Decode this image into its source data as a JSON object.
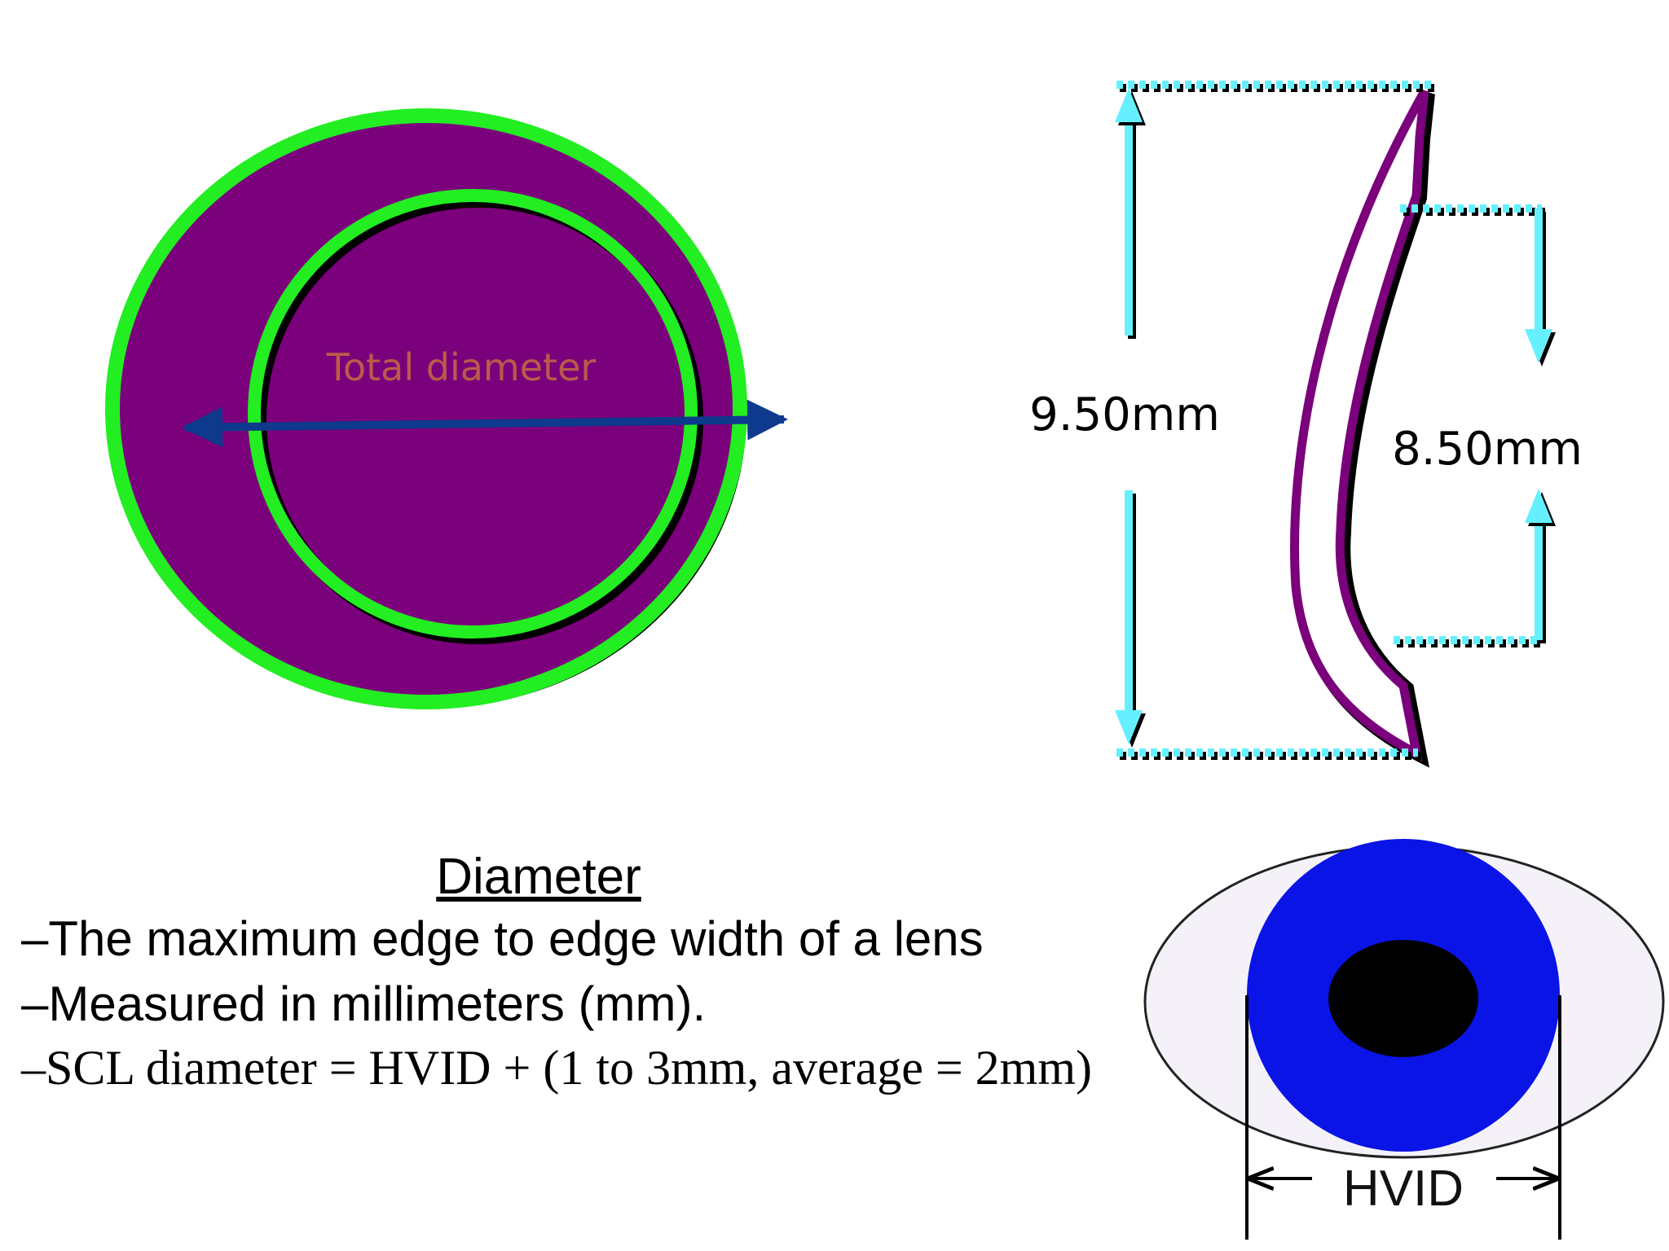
{
  "lens_front": {
    "label": "Total diameter",
    "colors": {
      "body": "#7b007b",
      "ring": "#22ee22",
      "arrow": "#0d3a8c",
      "label": "#b85c4a"
    }
  },
  "lens_profile": {
    "total_label": "9.50mm",
    "optic_label": "8.50mm",
    "colors": {
      "lens": "#7b007b",
      "dimension": "#66f0ff"
    }
  },
  "eye": {
    "label": "HVID",
    "colors": {
      "iris": "#0a14e6",
      "pupil": "#000000",
      "sclera": "#f4f2f8"
    }
  },
  "text": {
    "heading": "Diameter",
    "bullets": [
      "–The maximum edge to edge width of a lens",
      "–Measured in millimeters (mm)."
    ],
    "formula": "–SCL diameter = HVID + (1 to 3mm, average = 2mm)"
  }
}
